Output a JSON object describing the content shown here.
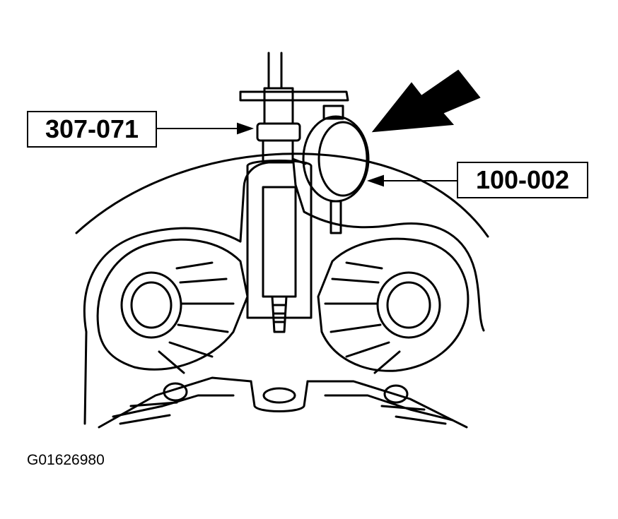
{
  "labels": {
    "tool_callout": "307-071",
    "gauge_callout": "100-002",
    "figure_id": "G01626980"
  },
  "colors": {
    "ink": "#000000",
    "paper": "#ffffff"
  }
}
